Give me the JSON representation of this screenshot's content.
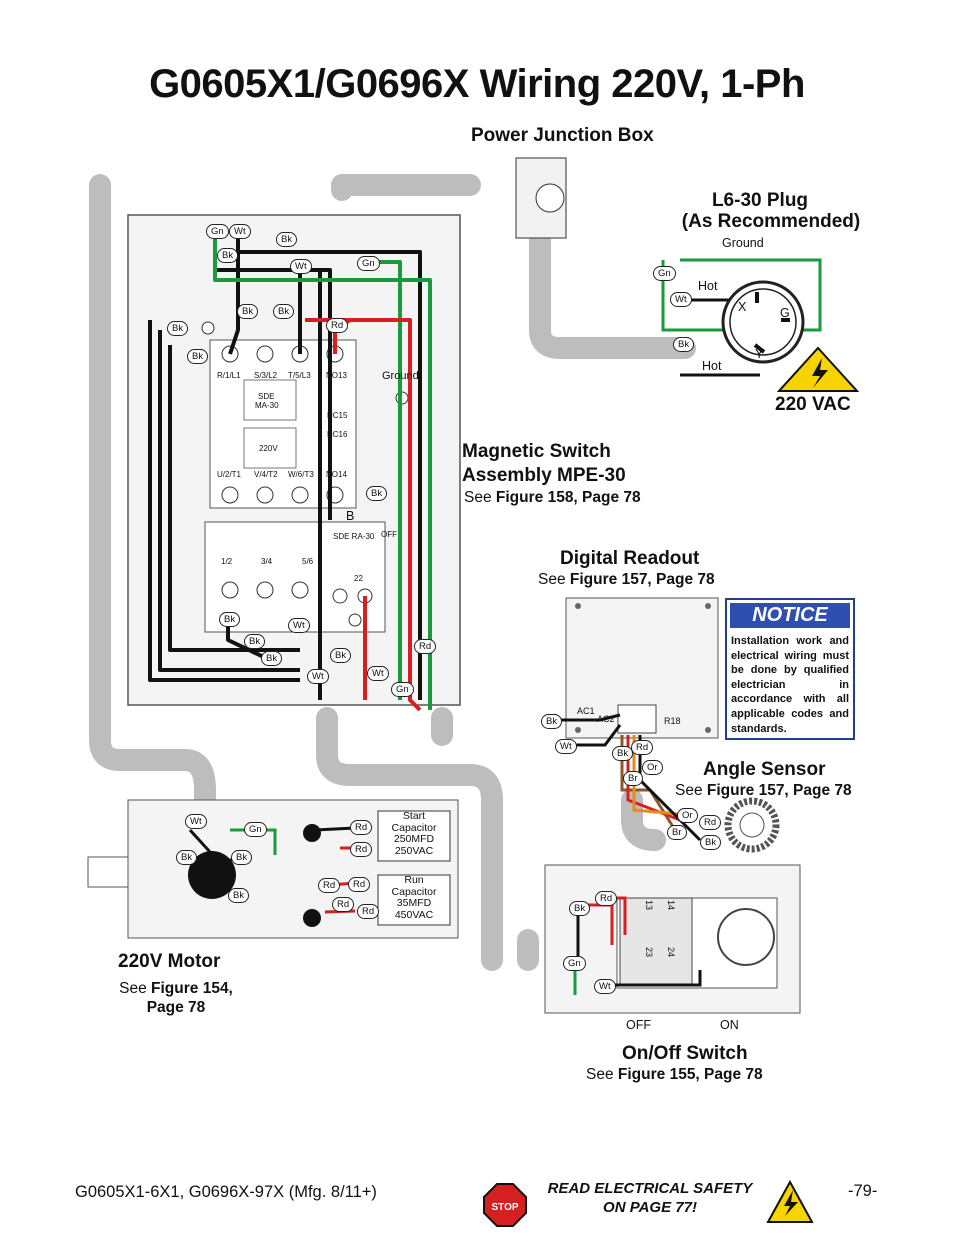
{
  "page_title": "G0605X1/G0696X Wiring 220V, 1-Ph",
  "power_junction_box": "Power Junction Box",
  "plug": {
    "title_line1": "L6-30 Plug",
    "title_line2": "(As Recommended)",
    "ground": "Ground",
    "hot_top": "Hot",
    "hot_bottom": "Hot",
    "pin_x": "X",
    "pin_g": "G",
    "pin_y": "Y",
    "voltage": "220 VAC"
  },
  "magnetic_switch": {
    "title_line1": "Magnetic Switch",
    "title_line2": "Assembly MPE-30",
    "see": "See",
    "ref": "Figure 158, Page 78",
    "terminals_top": [
      "R/1/L1",
      "S/3/L2",
      "T/5/L3",
      "NO13"
    ],
    "terminals_bottom": [
      "U/2/T1",
      "V/4/T2",
      "W/6/T3",
      "NO14"
    ],
    "contactor": "SDE",
    "contactor_model": "MA-30",
    "coil": "220V",
    "nc15": "NC15",
    "nc16": "NC16",
    "relay_terminals": [
      "1/2",
      "3/4",
      "5/6"
    ],
    "relay_label": "SDE RA-30",
    "relay_off": "OFF",
    "relay_num_a": "22",
    "relay_b": "B",
    "ground": "Ground"
  },
  "digital_readout": {
    "title": "Digital Readout",
    "see": "See",
    "ref": "Figure 157, Page 78",
    "ac1": "AC1",
    "ac2": "AC2",
    "r18": "R18"
  },
  "notice": {
    "heading": "NOTICE",
    "text": "Installation work and electrical wiring must be done by qualified electrician in accordance with all applicable codes and standards."
  },
  "angle_sensor": {
    "title": "Angle Sensor",
    "see": "See",
    "ref": "Figure 157, Page 78"
  },
  "motor": {
    "title": "220V Motor",
    "see": "See",
    "ref_line1": "Figure 154,",
    "ref_line2": "Page 78",
    "start_cap": [
      "Start",
      "Capacitor",
      "250MFD",
      "250VAC"
    ],
    "run_cap": [
      "Run",
      "Capacitor",
      "35MFD",
      "450VAC"
    ]
  },
  "onoff_switch": {
    "title": "On/Off Switch",
    "see": "See",
    "ref": "Figure 155, Page 78",
    "off": "OFF",
    "on": "ON",
    "contacts_top": [
      "13",
      "14"
    ],
    "contacts_bottom": [
      "23",
      "24"
    ]
  },
  "wire_tags": {
    "gn": "Gn",
    "wt": "Wt",
    "bk": "Bk",
    "rd": "Rd",
    "or": "Or",
    "br": "Br"
  },
  "footer": {
    "models": "G0605X1-6X1, G0696X-97X (Mfg. 8/11+)",
    "read_line1": "READ ELECTRICAL SAFETY",
    "read_line2": "ON PAGE 77!",
    "page": "-79-",
    "stop": "STOP"
  },
  "colors": {
    "wire_green": "#1a9a3a",
    "wire_red": "#d42020",
    "wire_orange": "#e88a1a",
    "wire_brown": "#8a5a2a",
    "conduit": "#bdbdbd",
    "notice_blue": "#2f4fb0",
    "warning_yellow": "#f5d400"
  }
}
